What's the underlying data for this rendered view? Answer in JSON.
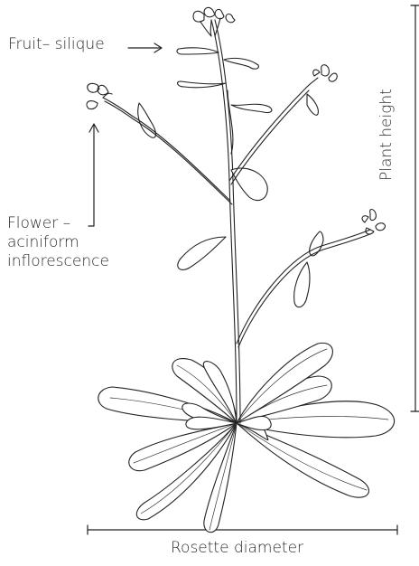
{
  "diagram": {
    "labels": {
      "fruit": "Fruit– silique",
      "flower_line1": "Flower –",
      "flower_line2": "aciniform",
      "flower_line3": "inflorescence",
      "plant_height": "Plant height",
      "rosette_diameter": "Rosette diameter"
    },
    "icons": {
      "plant": "arabidopsis-plant-illustration",
      "fruit_pointer": "arrow-right-icon",
      "flower_pointer": "arrow-up-icon",
      "height_bracket": "vertical-bracket",
      "diameter_bracket": "horizontal-bracket"
    }
  }
}
